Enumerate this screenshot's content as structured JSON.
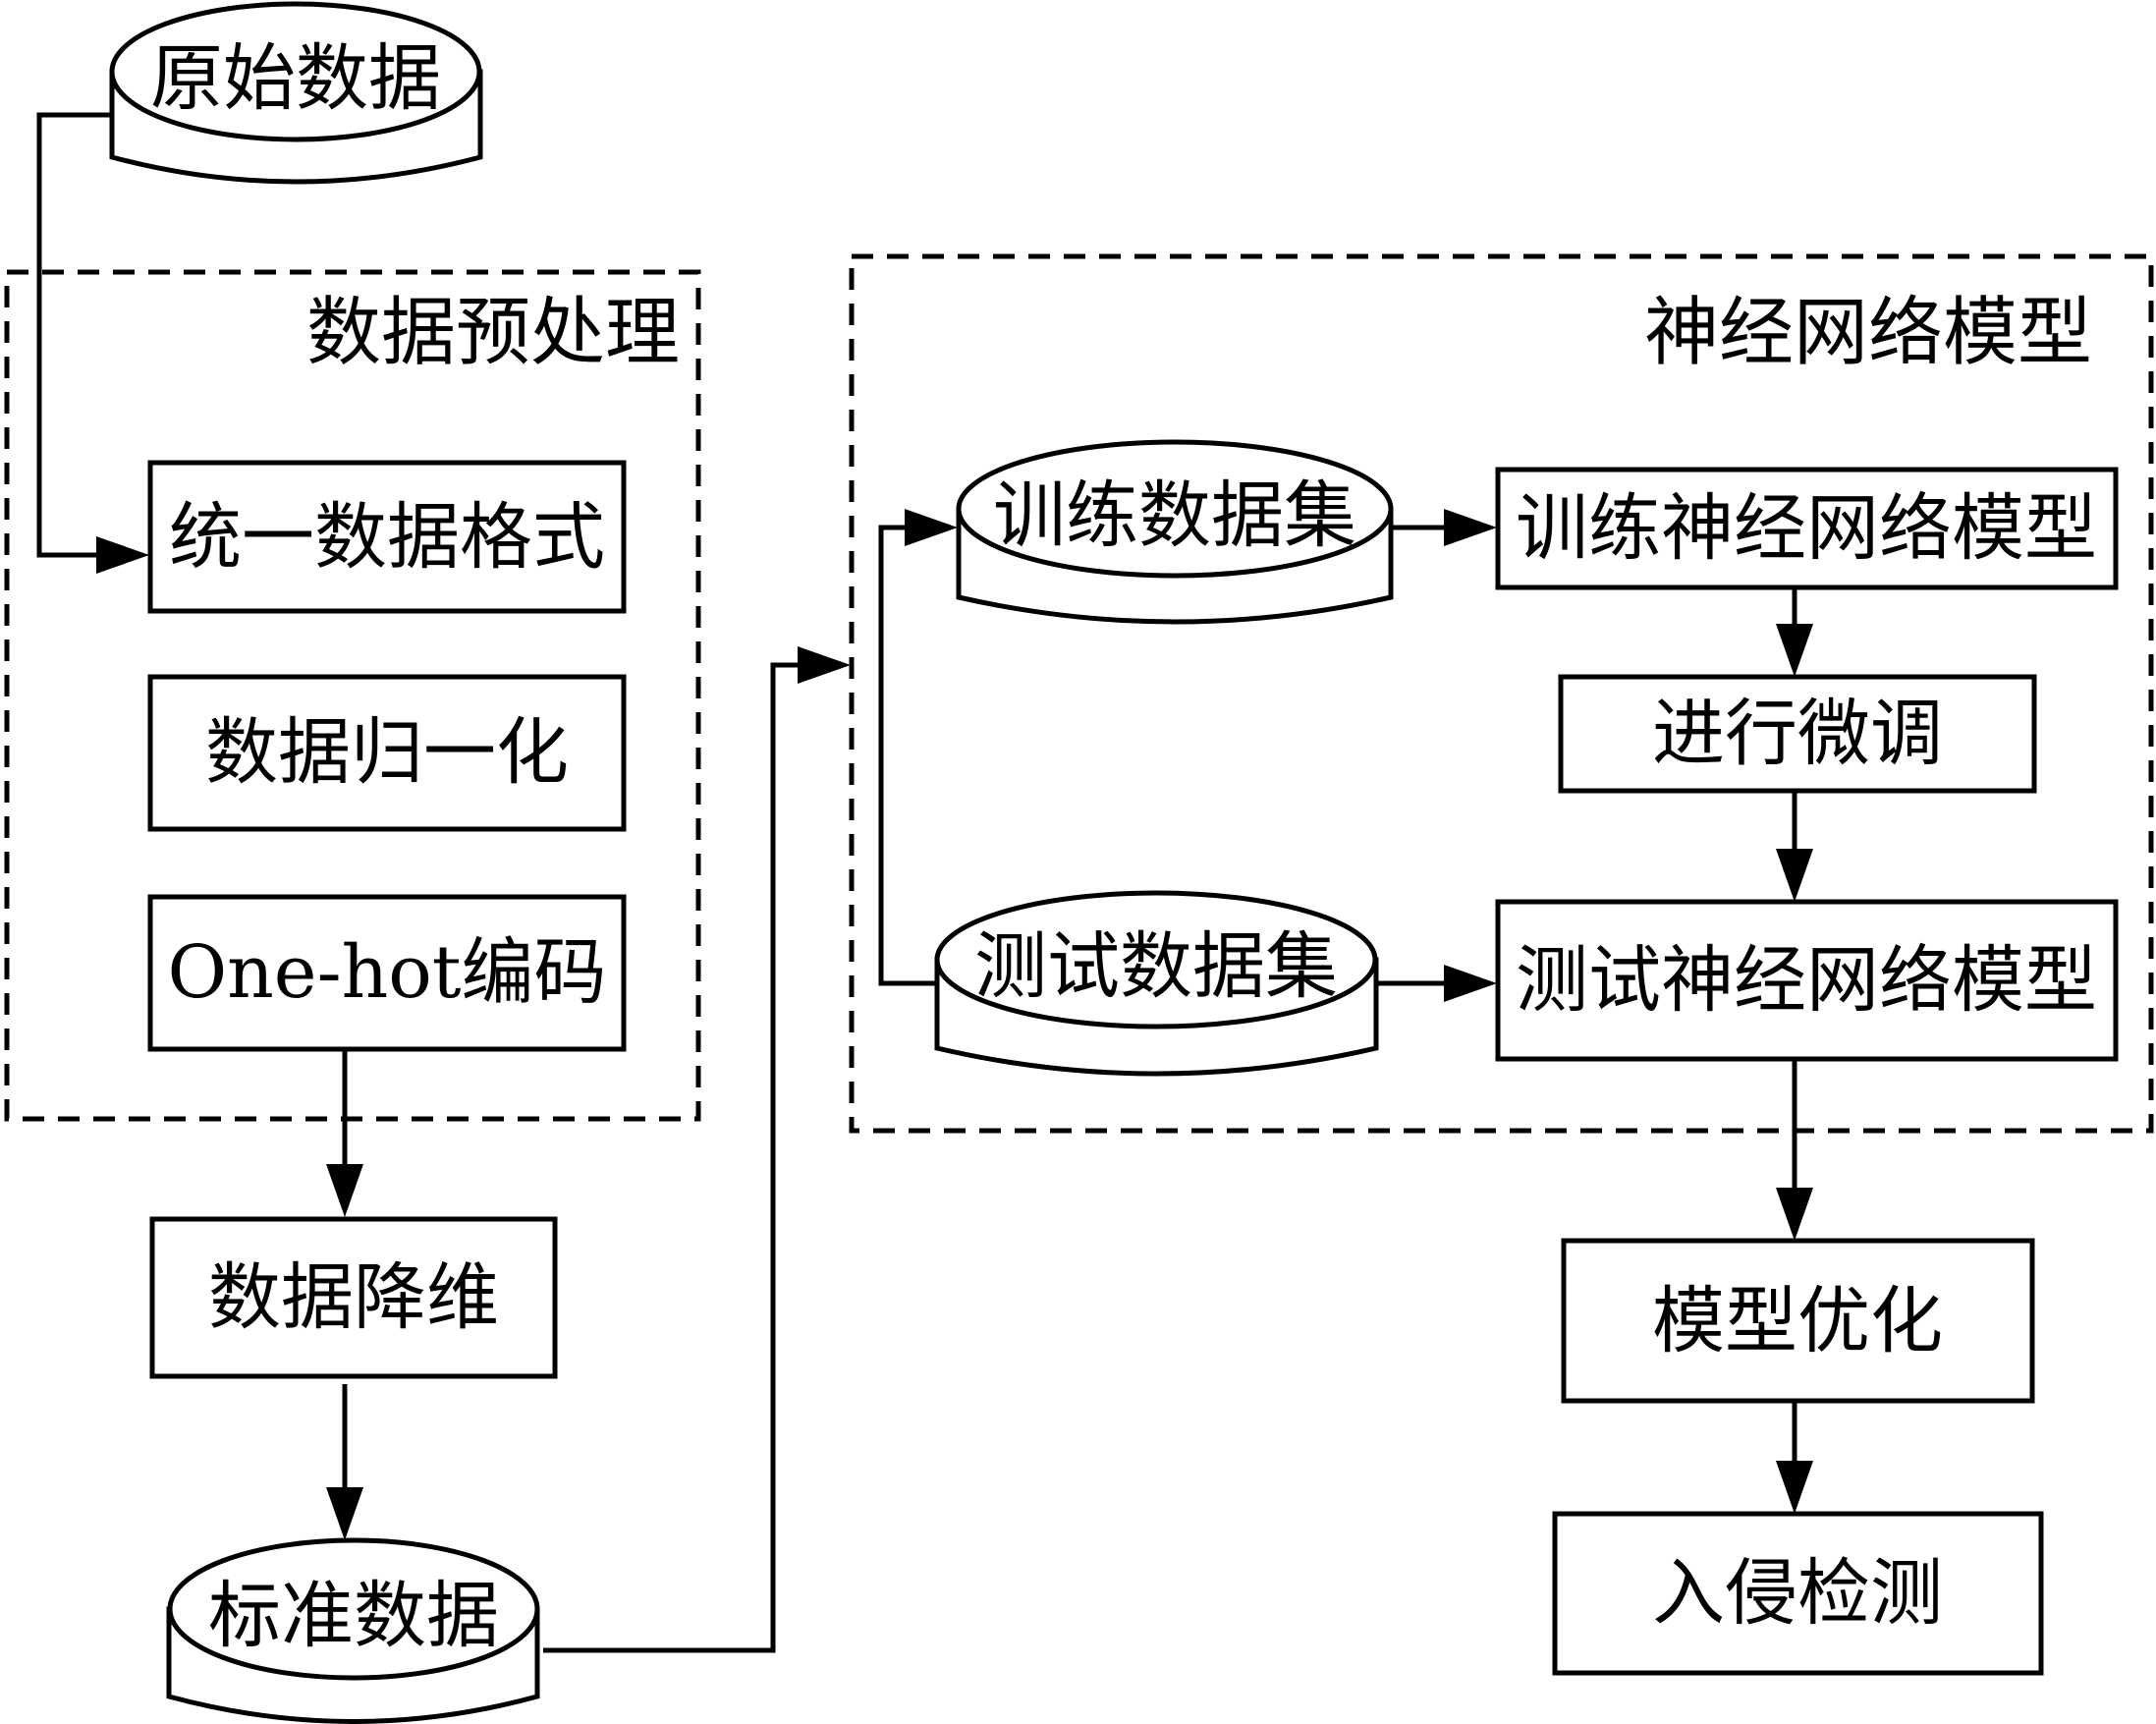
{
  "diagram": {
    "type": "flowchart",
    "groups": {
      "preprocessing": {
        "title": "数据预处理"
      },
      "neural_network": {
        "title": "神经网络模型"
      }
    },
    "nodes": {
      "raw_data": {
        "label": "原始数据",
        "shape": "database"
      },
      "unify_format": {
        "label": "统一数据格式",
        "shape": "process"
      },
      "normalize": {
        "label": "数据归一化",
        "shape": "process"
      },
      "onehot": {
        "label": "One-hot编码",
        "shape": "process"
      },
      "reduce_dim": {
        "label": "数据降维",
        "shape": "process"
      },
      "standard_data": {
        "label": "标准数据",
        "shape": "database"
      },
      "train_set": {
        "label": "训练数据集",
        "shape": "database"
      },
      "train_model": {
        "label": "训练神经网络模型",
        "shape": "process"
      },
      "fine_tune": {
        "label": "进行微调",
        "shape": "process"
      },
      "test_set": {
        "label": "测试数据集",
        "shape": "database"
      },
      "test_model": {
        "label": "测试神经网络模型",
        "shape": "process"
      },
      "optimize": {
        "label": "模型优化",
        "shape": "process"
      },
      "intrusion_detection": {
        "label": "入侵检测",
        "shape": "process"
      }
    },
    "edges": [
      {
        "from": "raw_data",
        "to": "unify_format"
      },
      {
        "from": "onehot",
        "to": "reduce_dim"
      },
      {
        "from": "reduce_dim",
        "to": "standard_data"
      },
      {
        "from": "standard_data",
        "to": "neural_network"
      },
      {
        "from": "neural_network",
        "to": "train_set"
      },
      {
        "from": "neural_network",
        "to": "test_set"
      },
      {
        "from": "train_set",
        "to": "train_model"
      },
      {
        "from": "train_model",
        "to": "fine_tune"
      },
      {
        "from": "fine_tune",
        "to": "test_model"
      },
      {
        "from": "test_set",
        "to": "test_model"
      },
      {
        "from": "test_model",
        "to": "optimize"
      },
      {
        "from": "optimize",
        "to": "intrusion_detection"
      }
    ]
  }
}
